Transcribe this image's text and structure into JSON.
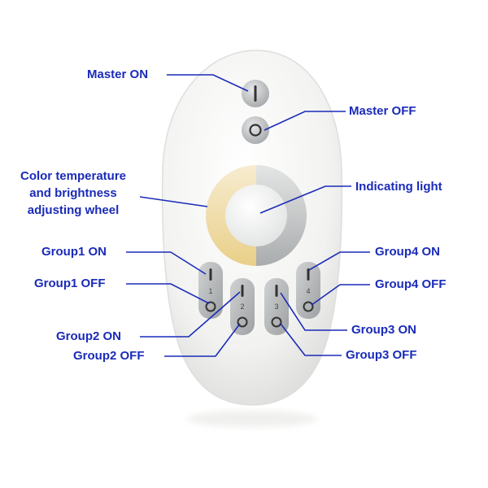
{
  "labels": {
    "master_on": "Master ON",
    "master_off": "Master OFF",
    "wheel": [
      "Color temperature",
      "and brightness",
      "adjusting wheel"
    ],
    "indicating_light": "Indicating light",
    "group1_on": "Group1 ON",
    "group1_off": "Group1 OFF",
    "group2_on": "Group2 ON",
    "group2_off": "Group2 OFF",
    "group3_on": "Group3 ON",
    "group3_off": "Group3 OFF",
    "group4_on": "Group4 ON",
    "group4_off": "Group4 OFF"
  },
  "buttons": {
    "group1_num": "1",
    "group2_num": "2",
    "group3_num": "3",
    "group4_num": "4"
  },
  "colors": {
    "label_text": "#1a2bb8",
    "leader_line": "#1a2bb8",
    "remote_body": "#f4f4f2",
    "button_grey": "#b3b6b8",
    "wheel_warm": "#f2dfae",
    "wheel_cool": "#c9cccd"
  }
}
